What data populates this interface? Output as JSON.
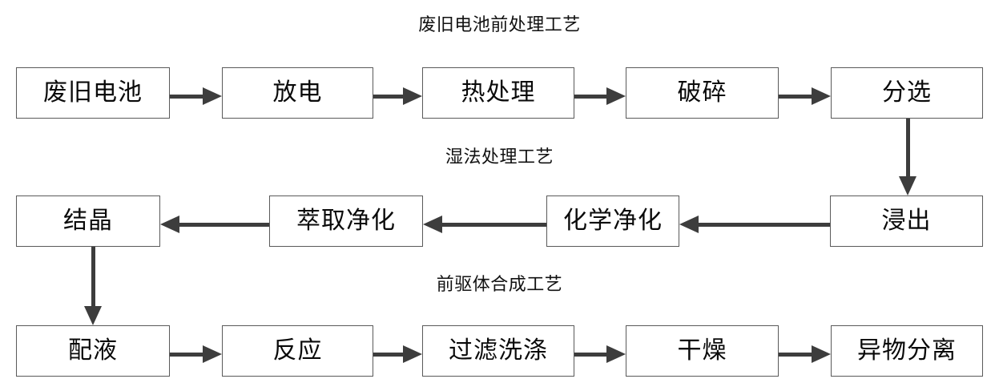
{
  "diagram": {
    "title_hidden": "",
    "accent_color": "#3d3d3d",
    "box_border_color": "#5a5a5a",
    "text_color": "#0a0a0a",
    "sections": [
      {
        "id": "pretreatment",
        "label": "废旧电池前处理工艺"
      },
      {
        "id": "hydrometallurgy",
        "label": "湿法处理工艺"
      },
      {
        "id": "precursor-synthesis",
        "label": "前驱体合成工艺"
      }
    ],
    "nodes": {
      "n1": "废旧电池",
      "n2": "放电",
      "n3": "热处理",
      "n4": "破碎",
      "n5": "分选",
      "n6": "浸出",
      "n7": "化学净化",
      "n8": "萃取净化",
      "n9": "结晶",
      "n10": "配液",
      "n11": "反应",
      "n12": "过滤洗涤",
      "n13": "干燥",
      "n14": "异物分离"
    },
    "connectors": [
      {
        "id": "c1",
        "from": "废旧电池",
        "to": "放电",
        "direction": "right"
      },
      {
        "id": "c2",
        "from": "放电",
        "to": "热处理",
        "direction": "right"
      },
      {
        "id": "c3",
        "from": "热处理",
        "to": "破碎",
        "direction": "right"
      },
      {
        "id": "c4",
        "from": "破碎",
        "to": "分选",
        "direction": "right"
      },
      {
        "id": "c5",
        "from": "分选",
        "to": "浸出",
        "direction": "down"
      },
      {
        "id": "c6",
        "from": "浸出",
        "to": "化学净化",
        "direction": "left"
      },
      {
        "id": "c7",
        "from": "化学净化",
        "to": "萃取净化",
        "direction": "left"
      },
      {
        "id": "c8",
        "from": "萃取净化",
        "to": "结晶",
        "direction": "left"
      },
      {
        "id": "c9",
        "from": "结晶",
        "to": "配液",
        "direction": "down"
      },
      {
        "id": "c10",
        "from": "配液",
        "to": "反应",
        "direction": "right"
      },
      {
        "id": "c11",
        "from": "反应",
        "to": "过滤洗涤",
        "direction": "right"
      },
      {
        "id": "c12",
        "from": "过滤洗涤",
        "to": "干燥",
        "direction": "right"
      },
      {
        "id": "c13",
        "from": "干燥",
        "to": "异物分离",
        "direction": "right"
      }
    ]
  }
}
